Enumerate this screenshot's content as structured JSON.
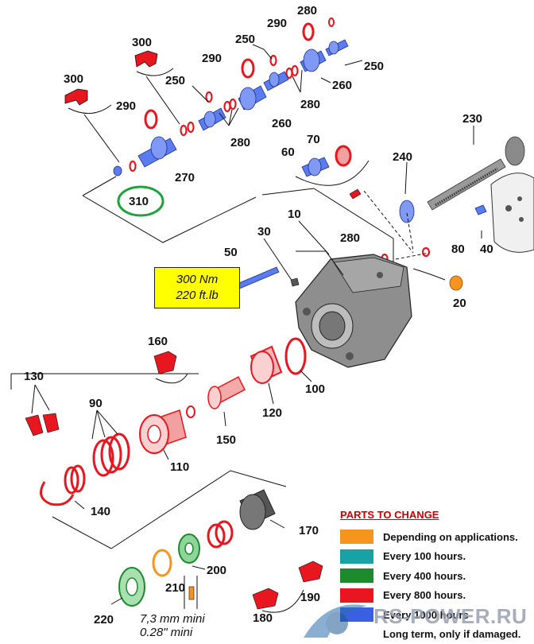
{
  "colors": {
    "red_part": "#e8161f",
    "blue_part": "#3a5fe0",
    "gray_part": "#7a7a7a",
    "highlight_circle": "#1fa33a",
    "torque_box": "#ffff00",
    "legend_title": "#d00000"
  },
  "labels": {
    "p10": "10",
    "p20": "20",
    "p30": "30",
    "p40": "40",
    "p50": "50",
    "p60": "60",
    "p70": "70",
    "p80": "80",
    "p90": "90",
    "p100": "100",
    "p110": "110",
    "p120": "120",
    "p130": "130",
    "p140": "140",
    "p150": "150",
    "p160": "160",
    "p170": "170",
    "p180": "180",
    "p190": "190",
    "p200": "200",
    "p210": "210",
    "p220": "220",
    "p230": "230",
    "p240": "240",
    "p250": "250",
    "p260": "260",
    "p270": "270",
    "p280": "280",
    "p290": "290",
    "p300": "300",
    "p310": "310"
  },
  "torque": {
    "line1": "300 Nm",
    "line2": "220 ft.lb"
  },
  "min_dimension": {
    "line1": "7,3 mm mini",
    "line2": "0.28\" mini"
  },
  "legend": {
    "title": "PARTS TO CHANGE",
    "items": [
      {
        "color": "#f7941d",
        "label": "Depending on applications."
      },
      {
        "color": "#17a3a3",
        "label": "Every 100 hours."
      },
      {
        "color": "#1e8a2e",
        "label": "Every 400 hours."
      },
      {
        "color": "#e8161f",
        "label": "Every 800 hours."
      },
      {
        "color": "#3a5fe0",
        "label": "Every 1000 hours"
      },
      {
        "color": "#ffffff",
        "label": "Long term, only if damaged."
      }
    ]
  },
  "watermark": {
    "text": "RS-POWER.RU"
  }
}
